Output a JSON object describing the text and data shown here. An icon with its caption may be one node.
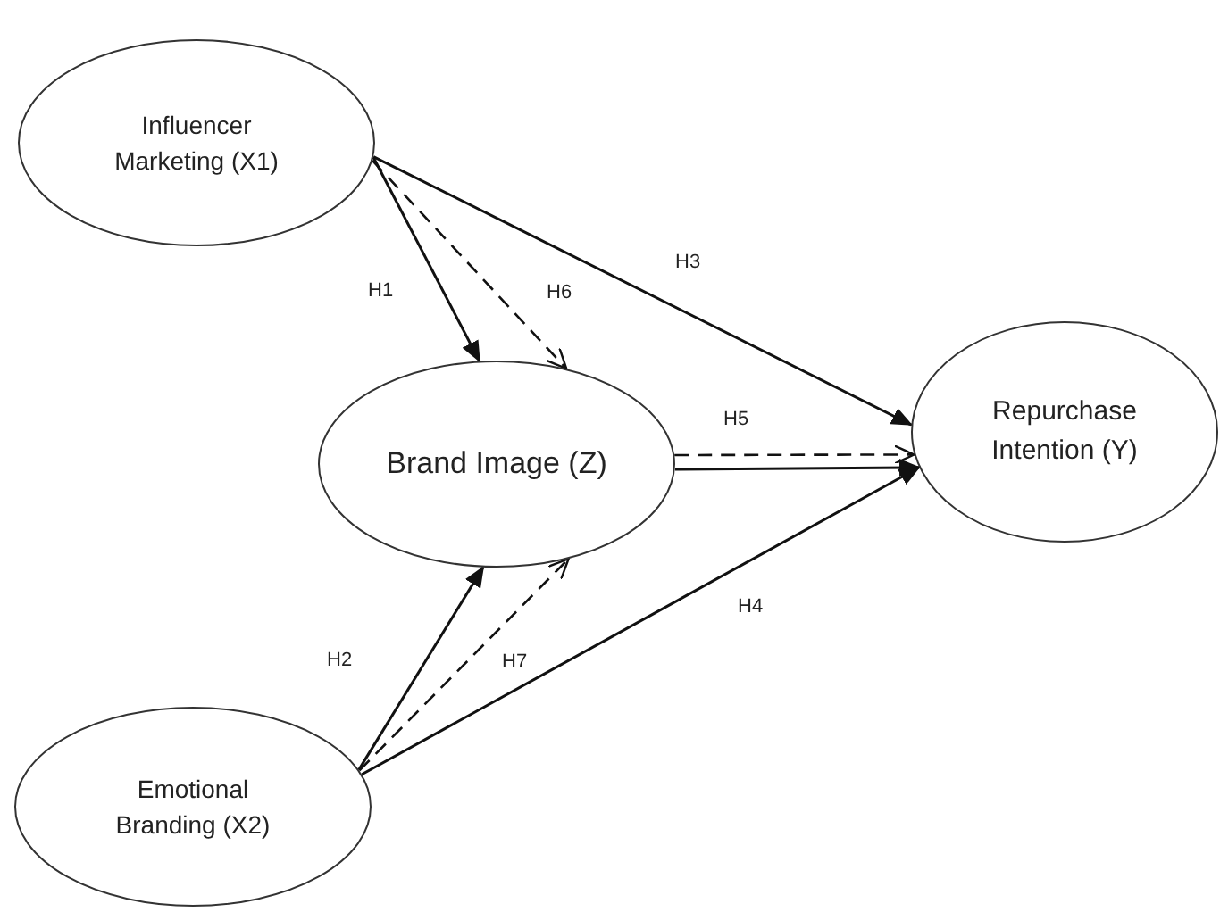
{
  "diagram": {
    "nodes": [
      {
        "text": [
          "Influencer Marketing (X1)"
        ]
      },
      {
        "text": [
          "Brand Image (Z)"
        ]
      },
      {
        "text": [
          "Repurchase Intention (Y)"
        ]
      },
      {
        "text": [
          "Emotional Branding (X2)"
        ]
      }
    ],
    "edges": [
      {
        "from": 0,
        "to": 1,
        "arrow": "to",
        "label": "H1"
      },
      {
        "from": 0,
        "to": 1,
        "arrow": "to",
        "label": "H6",
        "style": "dashed"
      },
      {
        "from": 0,
        "to": 2,
        "arrow": "to",
        "label": "H3"
      },
      {
        "from": 1,
        "to": 2,
        "arrow": "to",
        "label": "H5",
        "style": "dashed"
      },
      {
        "from": 1,
        "to": 2,
        "arrow": "to"
      },
      {
        "from": 3,
        "to": 1,
        "arrow": "to",
        "label": "H2"
      },
      {
        "from": 3,
        "to": 1,
        "arrow": "to",
        "label": "H7",
        "style": "dashed"
      },
      {
        "from": 3,
        "to": 2,
        "arrow": "to",
        "label": "H4"
      }
    ]
  }
}
